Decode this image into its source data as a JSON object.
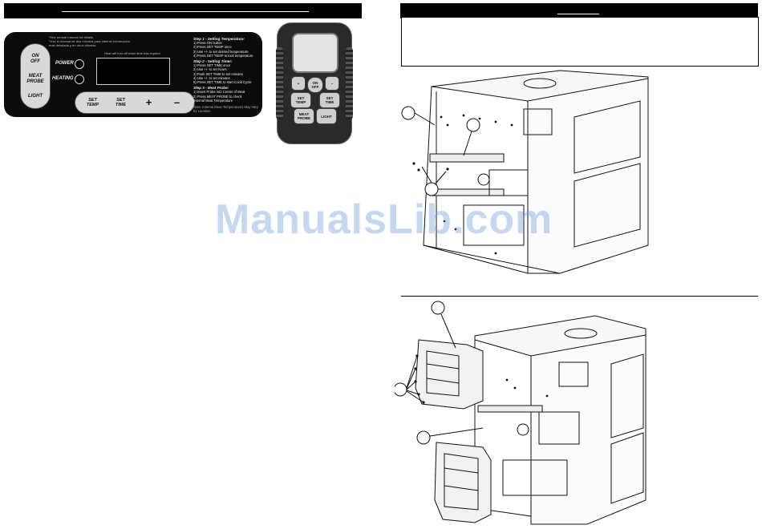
{
  "watermark": "ManualsLib.com",
  "control_panel": {
    "buttons": {
      "on_off": "ON\nOFF",
      "meat_probe": "MEAT\nPROBE",
      "light": "LIGHT",
      "set_temp": "SET\nTEMP",
      "set_time": "SET\nTIME",
      "plus": "+",
      "minus": "–"
    },
    "indicators": {
      "power": "POWER",
      "heating": "HEATING"
    },
    "display_caption": "Heat will turn off when time has expired",
    "note_lines": [
      "*See remote manual for details",
      "*Use el manual de dos minutos para obtener información",
      "más detallada y en otros idiomas"
    ],
    "instructions": [
      {
        "title": "Step 1 - Setting Temperature:",
        "lines": [
          "1) Press ON button",
          "2) Press SET TEMP once",
          "3) Use +/- to set desired temperature",
          "4) Press SET TEMP to lock temperature"
        ]
      },
      {
        "title": "Step 2 - Setting Timer:",
        "lines": [
          "1) Press SET TIME once",
          "2) Use +/- to set hours",
          "3) Push SET TIME to set minutes",
          "4) Use +/- to set minutes",
          "5) Press SET TIME to start Cook Cycle"
        ]
      },
      {
        "title": "Step 3 - Meat Probe:",
        "lines": [
          "1) Insert Probe into Center of Meat",
          "2) Press MEAT PROBE to check",
          "Internal Meat Temperature"
        ]
      }
    ],
    "footnote": "Note: Internal Meat Temperatures May Vary by Location"
  },
  "remote": {
    "buttons": {
      "plus": "+",
      "minus": "–",
      "on_off": "ON\nOFF",
      "set_temp": "SET\nTEMP",
      "set_time": "SET\nTIME",
      "meat_probe": "MEAT\nPROBE",
      "light": "LIGHT"
    }
  }
}
